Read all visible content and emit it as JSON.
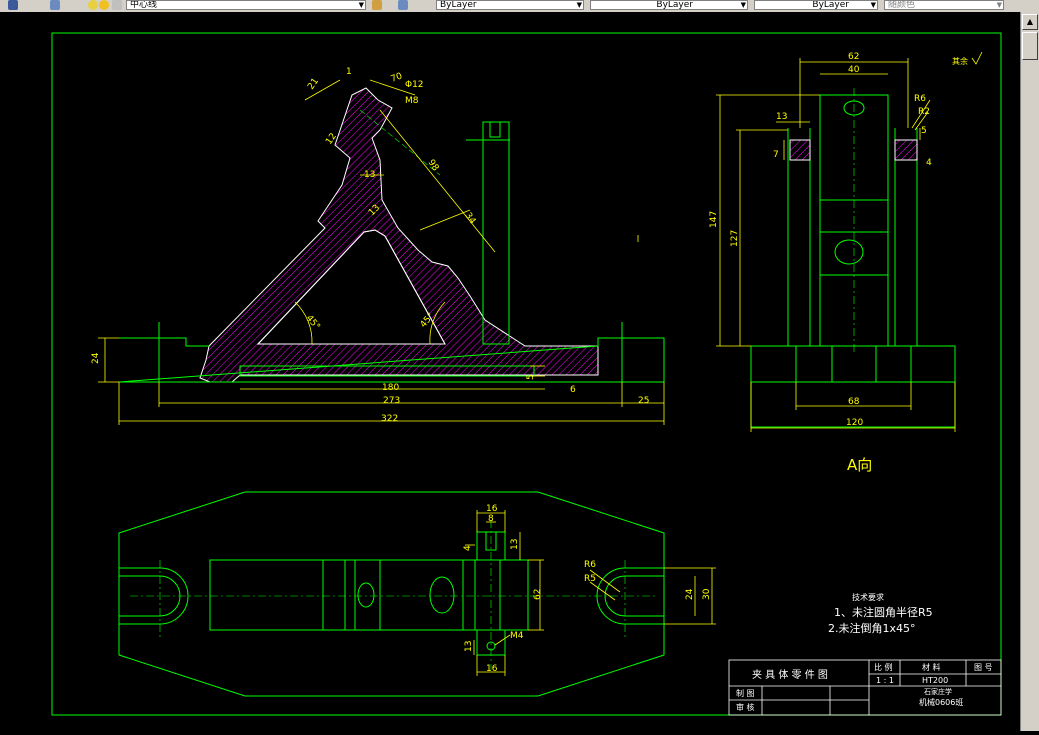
{
  "toolbar": {
    "layer_combo": "中心线",
    "color_combo": "ByLayer",
    "linetype_combo": "ByLayer",
    "lineweight_combo": "ByLayer",
    "plotstyle_combo": "随颜色"
  },
  "colors": {
    "line_green": "#00ff00",
    "dimension_yellow": "#ffff00",
    "part_white": "#ffffff",
    "hatch_magenta": "#ff00ff",
    "center_cyan": "#00ffff"
  },
  "drawing": {
    "view_label": "A向",
    "surface_note": "其余",
    "front_dims": {
      "d24": "24",
      "d180": "180",
      "d273": "273",
      "d322": "322",
      "d25": "25",
      "d5": "5",
      "d13": "13",
      "d13b": "13",
      "d21": "21",
      "d12": "12",
      "d70": "70",
      "d98": "98",
      "d34": "34",
      "d45a": "45°",
      "d45b": "45°",
      "phi12": "Φ12",
      "m8": "M8",
      "d6": "6",
      "d1": "1"
    },
    "side_dims": {
      "d62": "62",
      "d40": "40",
      "d13": "13",
      "d7": "7",
      "d147": "147",
      "d127": "127",
      "d68": "68",
      "d120": "120",
      "r6": "R6",
      "r2": "R2",
      "d5": "5",
      "d4": "4"
    },
    "top_dims": {
      "d16a": "16",
      "d8": "8",
      "d13a": "13",
      "d4": "4",
      "d62": "62",
      "d24": "24",
      "d30": "30",
      "r6": "R6",
      "r5": "R5",
      "m4": "M4",
      "d13b": "13",
      "d16b": "16"
    },
    "tech_requirements": {
      "title": "技术要求",
      "line1": "1、未注圆角半径R5",
      "line2": "2.未注倒角1x45°"
    }
  },
  "title_block": {
    "drawing_name": "夹 具 体 零 件 图",
    "col_scale": "比 例",
    "col_material": "材 料",
    "col_count": "图 号",
    "scale_value": "1 : 1",
    "material_value": "HT200",
    "row_draw": "制 图",
    "row_check": "审 核",
    "school": "石家庄学",
    "class_no": "机械0606班"
  }
}
